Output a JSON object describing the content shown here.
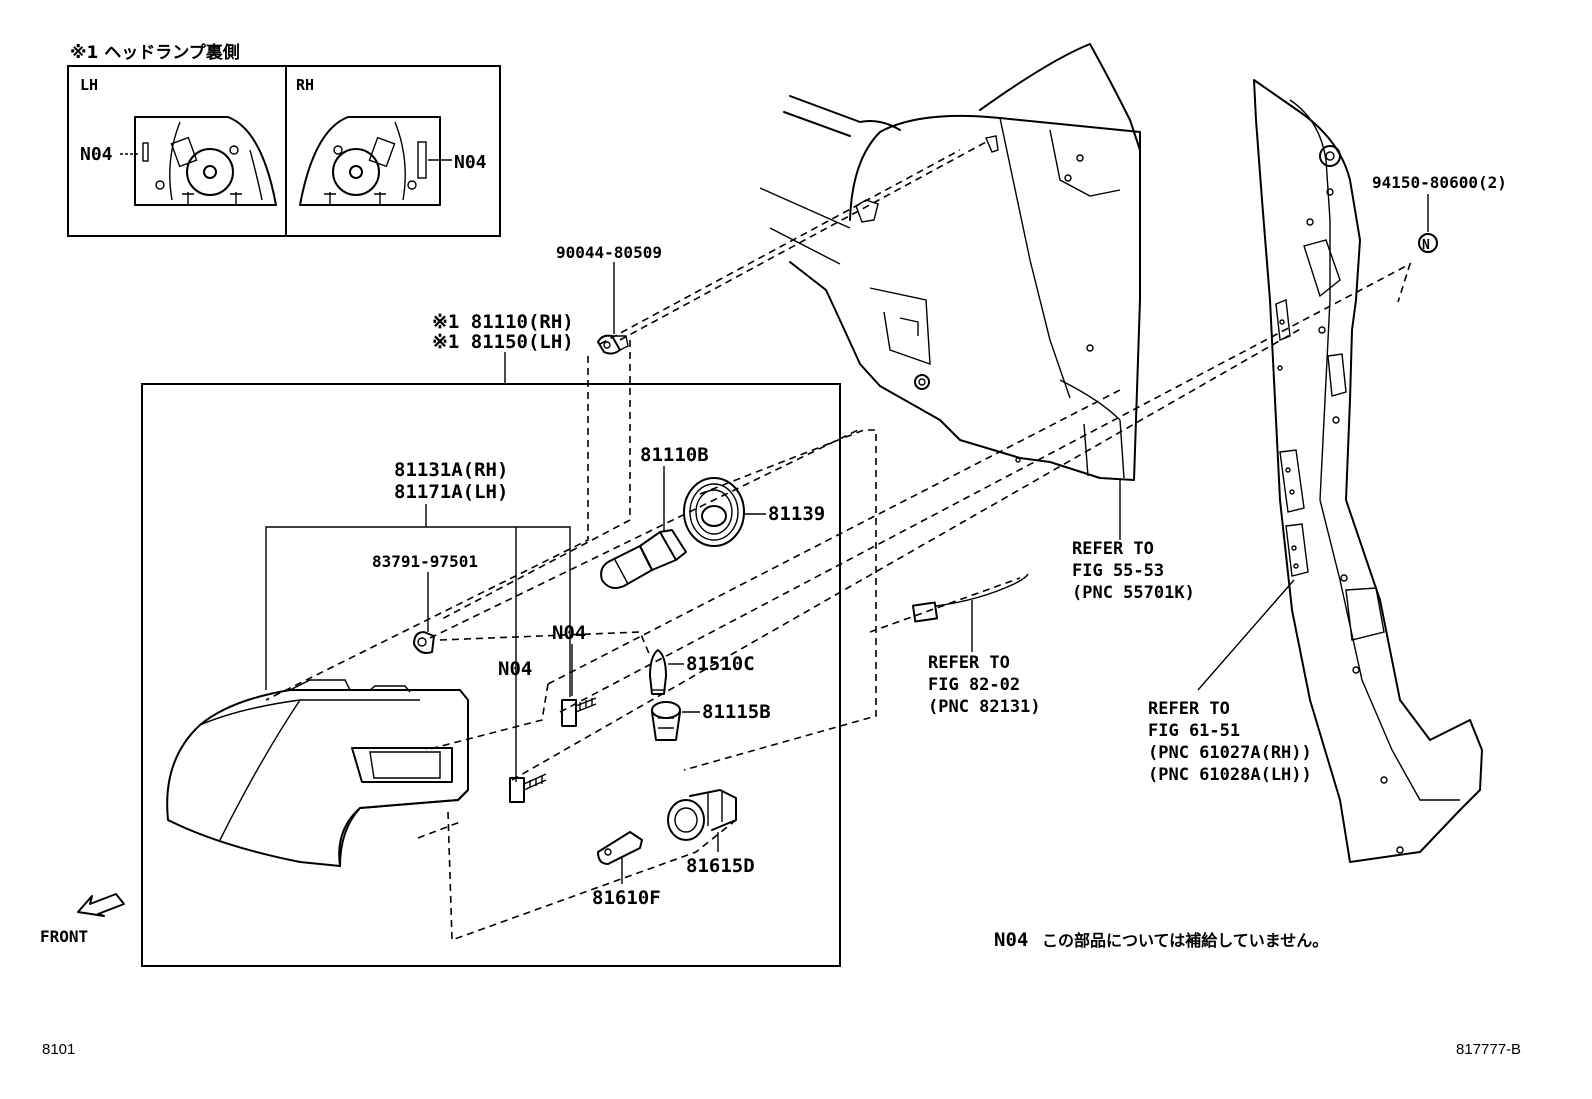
{
  "inset": {
    "title": "※1 ヘッドランプ裏側",
    "left_panel_label": "LH",
    "right_panel_label": "RH",
    "left_callout": "N04",
    "right_callout": "N04"
  },
  "assembly": {
    "rh_line": "※1 81110(RH)",
    "lh_line": "※1 81150(LH)"
  },
  "parts": {
    "p90044": "90044-80509",
    "p81110b": "81110B",
    "p81139": "81139",
    "p81131a": "81131A(RH)",
    "p81171a": "81171A(LH)",
    "p83791": "83791-97501",
    "n04_upper": "N04",
    "n04_lower": "N04",
    "p81510c": "81510C",
    "p81115b": "81115B",
    "p81615d": "81615D",
    "p81610f": "81610F",
    "p94150": "94150-80600(2)",
    "n_marker": "N"
  },
  "refer_55": {
    "line1": "REFER TO",
    "line2": "FIG 55-53",
    "line3": "(PNC 55701K)"
  },
  "refer_82": {
    "line1": "REFER TO",
    "line2": "FIG 82-02",
    "line3": "(PNC 82131)"
  },
  "refer_61": {
    "line1": "REFER TO",
    "line2": "FIG 61-51",
    "line3": "(PNC 61027A(RH))",
    "line4": "(PNC 61028A(LH))"
  },
  "front_label": "FRONT",
  "note": {
    "code": "N04",
    "text": "この部品については補給していません。"
  },
  "footer": {
    "left_code": "8101",
    "right_code": "817777-B"
  }
}
